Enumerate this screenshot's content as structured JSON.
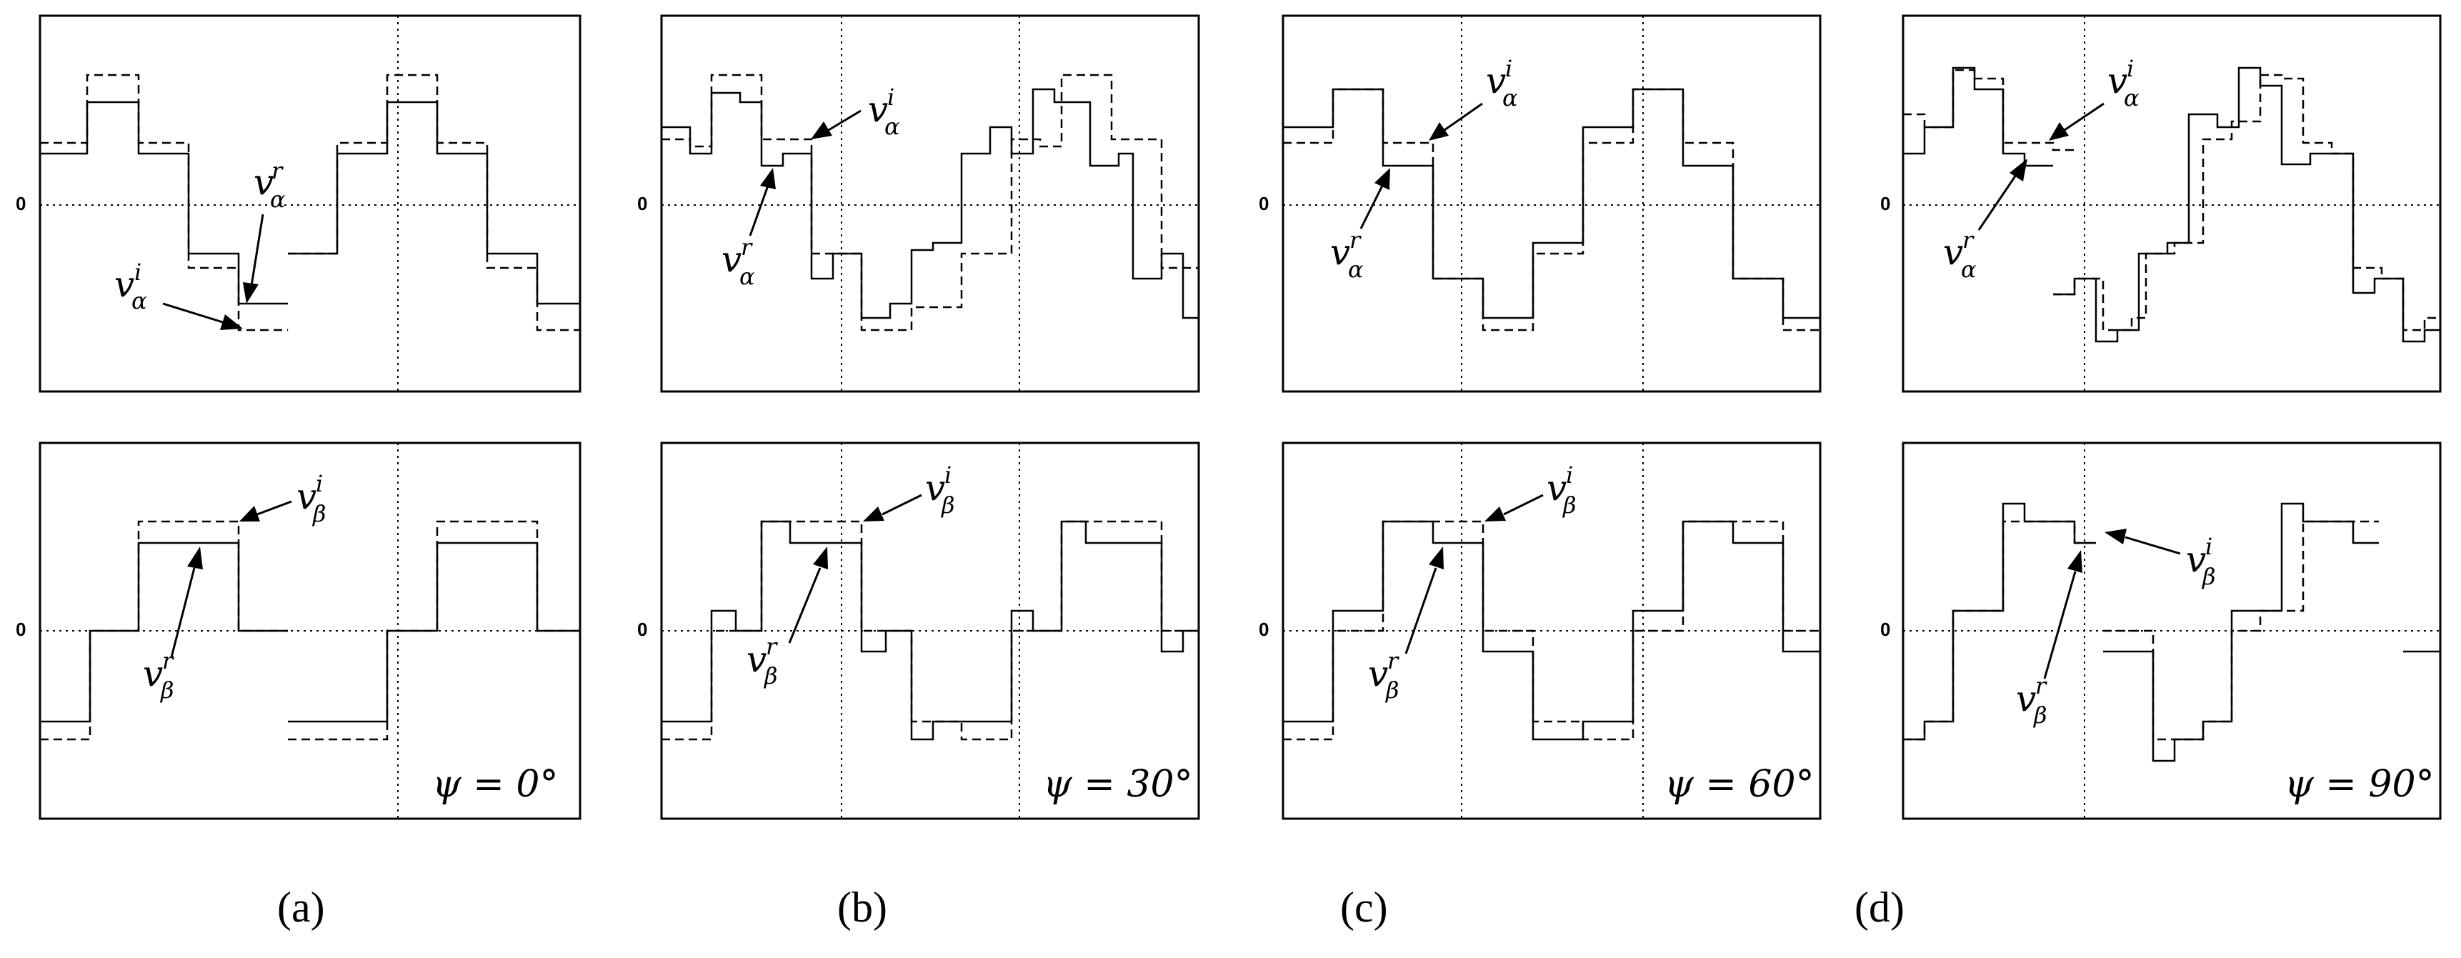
{
  "zero_label": "0",
  "columns": [
    {
      "id": "a",
      "caption": "(a)",
      "angle_label": "ψ = 0°"
    },
    {
      "id": "b",
      "caption": "(b)",
      "angle_label": "ψ = 30°"
    },
    {
      "id": "c",
      "caption": "(c)",
      "angle_label": "ψ = 60°"
    },
    {
      "id": "d",
      "caption": "(d)",
      "angle_label": "ψ = 90°"
    }
  ],
  "symbols": {
    "v": "v",
    "sup_i": "i",
    "sup_r": "r",
    "sub_alpha": "α",
    "sub_beta": "β"
  },
  "line_styles": {
    "solid": "reference (r)",
    "dashed": "inverter (i)"
  },
  "colors": {
    "ink": "#000000",
    "background": "#ffffff"
  }
}
